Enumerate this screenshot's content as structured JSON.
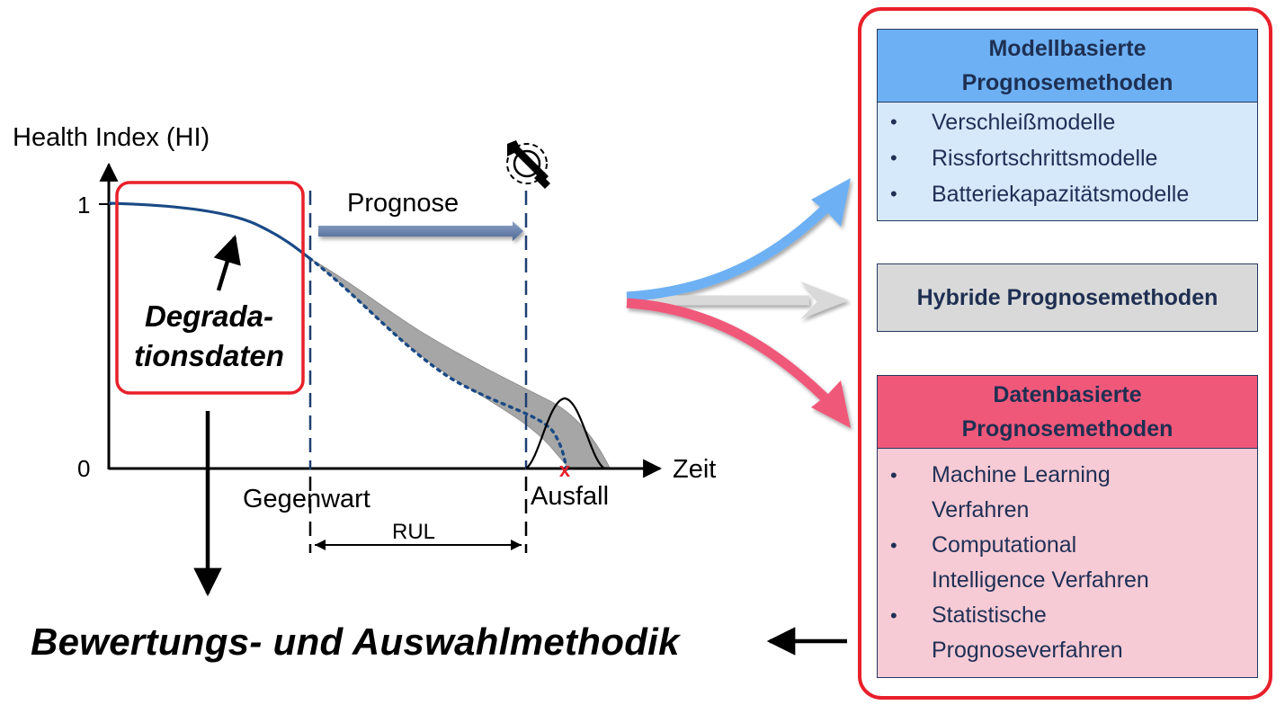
{
  "chart": {
    "y_axis_label": "Health Index (HI)",
    "y_tick_top": "1",
    "y_tick_bottom": "0",
    "x_axis_label": "Zeit",
    "present_label": "Gegenwart",
    "failure_label": "Ausfall",
    "rul_label": "RUL",
    "prognosis_label": "Prognose",
    "degradation_line1": "Degrada-",
    "degradation_line2": "tionsdaten",
    "failure_marker": "x"
  },
  "method_title": "Bewertungs- und Auswahlmethodik",
  "categories": {
    "model_based": {
      "title_line1": "Modellbasierte",
      "title_line2": "Prognosemethoden",
      "items": [
        "Verschleißmodelle",
        "Rissfortschrittsmodelle",
        "Batteriekapazitätsmodelle"
      ]
    },
    "hybrid": {
      "title": "Hybride Prognosemethoden"
    },
    "data_based": {
      "title_line1": "Datenbasierte",
      "title_line2": "Prognosemethoden",
      "items": [
        {
          "line1": "Machine Learning",
          "line2": "Verfahren"
        },
        {
          "line1": "Computational",
          "line2": "Intelligence Verfahren"
        },
        {
          "line1": "Statistische",
          "line2": "Prognoseverfahren"
        }
      ]
    }
  },
  "colors": {
    "frame_red": "#e8202a",
    "model_blue": "#6db0f4",
    "model_body": "#d6e9fb",
    "hybrid_gray": "#d9d9d9",
    "data_pink": "#f0587a",
    "data_body": "#f7cbd5",
    "curve_navy": "#1a4a86",
    "band_gray": "#a6a6a6"
  },
  "icons": [
    "wrench-gear-icon"
  ]
}
